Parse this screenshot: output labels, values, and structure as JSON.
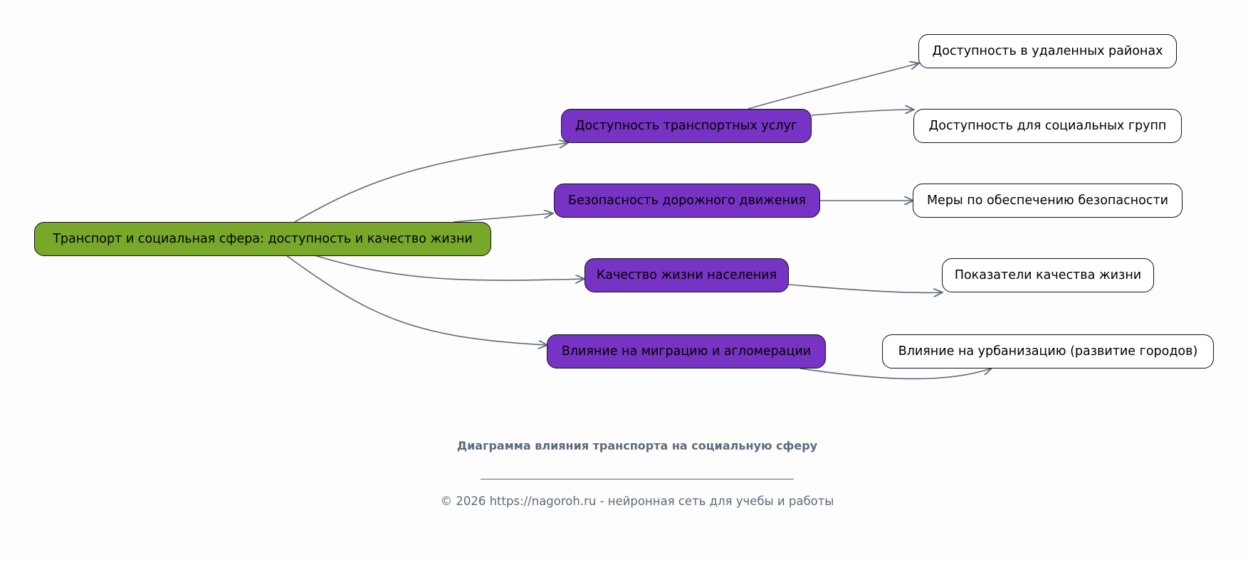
{
  "diagram": {
    "root": "Транспорт и социальная сфера: доступность и качество жизни",
    "branches": [
      {
        "label": "Доступность транспортных услуг",
        "children": [
          "Доступность в удаленных районах",
          "Доступность для социальных групп"
        ]
      },
      {
        "label": "Безопасность дорожного движения",
        "children": [
          "Меры по обеспечению безопасности"
        ]
      },
      {
        "label": "Качество жизни населения",
        "children": [
          "Показатели качества жизни"
        ]
      },
      {
        "label": "Влияние на миграцию и агломерации",
        "children": [
          "Влияние на урбанизацию (развитие городов)"
        ]
      }
    ]
  },
  "footer": {
    "title": "Диаграмма влияния транспорта на социальную сферу",
    "copyright": "© 2026 https://nagoroh.ru - нейронная сеть для учебы и работы"
  },
  "colors": {
    "root": "#78a829",
    "branch": "#7733c4",
    "leaf": "#ffffff",
    "edge": "#5b6b7b"
  }
}
